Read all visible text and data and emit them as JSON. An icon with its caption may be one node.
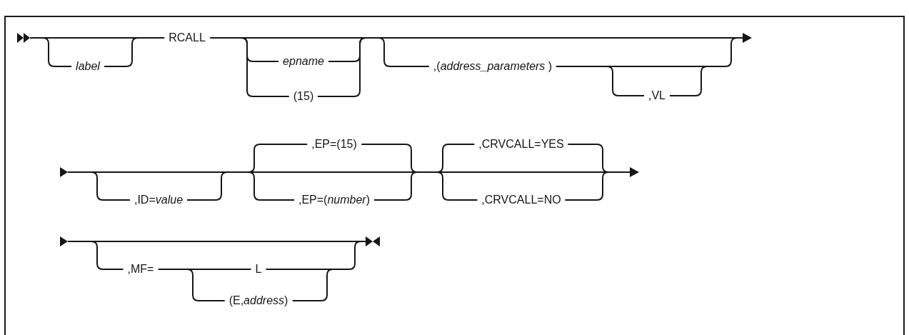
{
  "diagram": {
    "labels": [
      "label",
      "RCALL",
      "epname",
      "(15)",
      ",(*address_parameters* )",
      ",VL",
      ",ID=*value*",
      ",EP=(15)",
      ",EP=(*number*)",
      ",CRVCALL=YES",
      ",CRVCALL=NO",
      ",MF=",
      "L",
      "(E,*address*)"
    ]
  }
}
